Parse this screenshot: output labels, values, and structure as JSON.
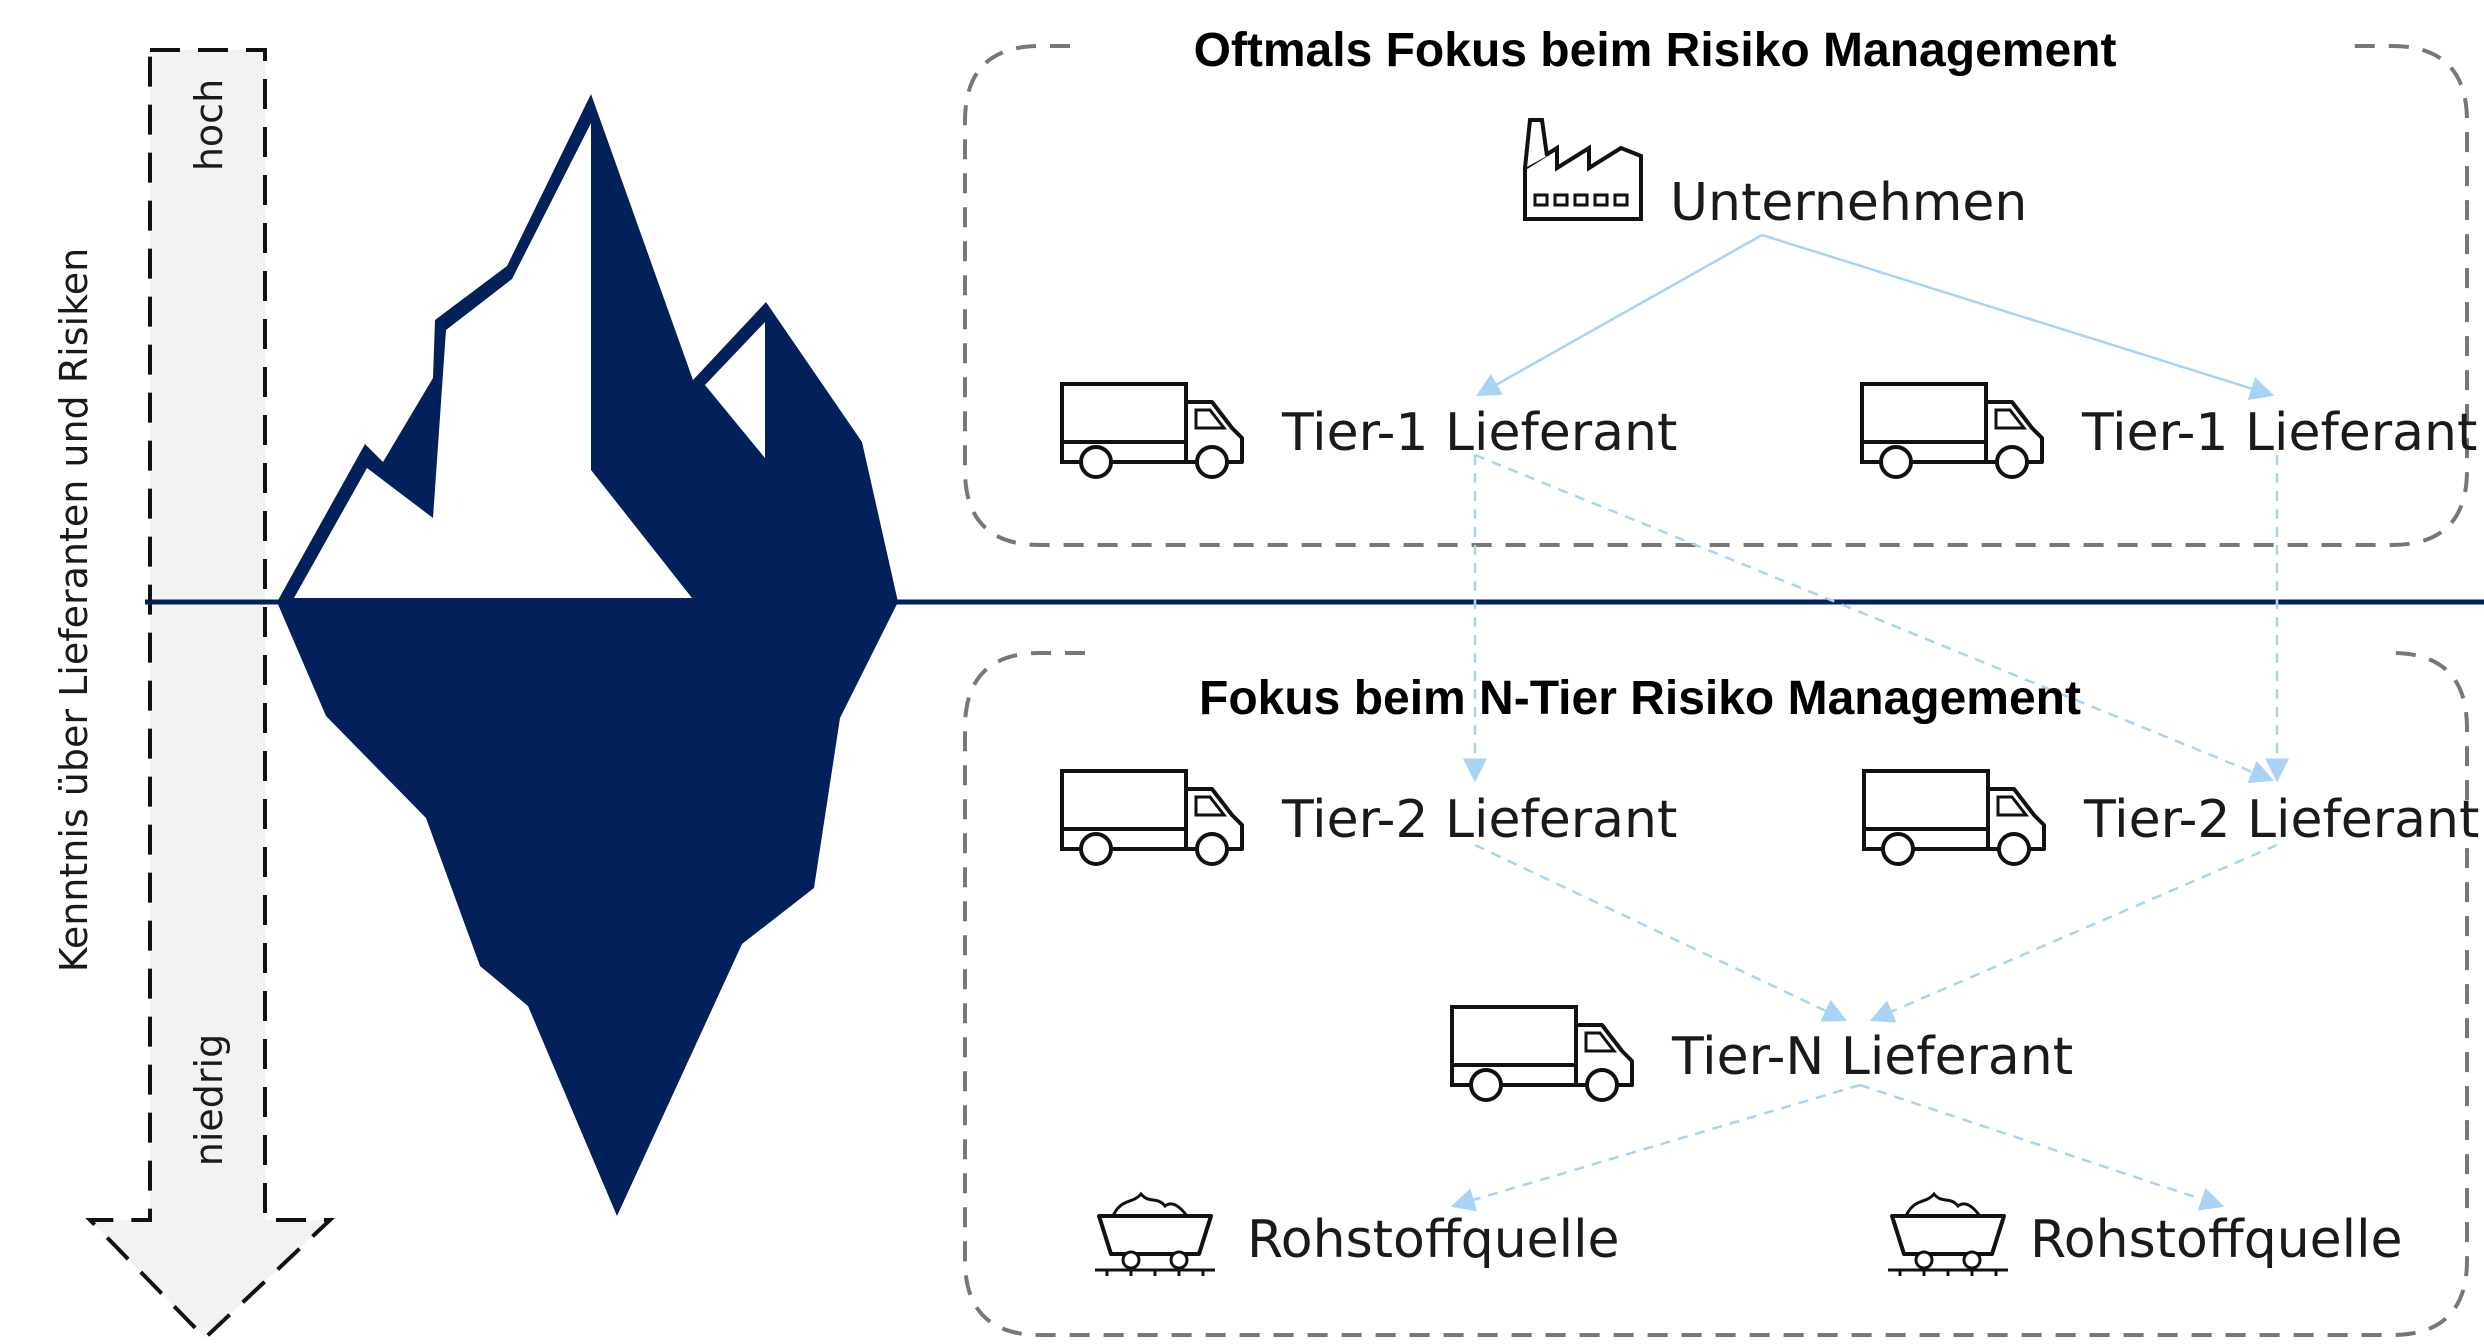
{
  "colors": {
    "iceberg": "#02215b",
    "connector": "#a8d3f5",
    "box_border": "#777777",
    "arrow_fill": "#f2f2f2",
    "icon_stroke": "#111111"
  },
  "axis": {
    "label": "Kenntnis über Lieferanten und Risiken",
    "high": "hoch",
    "low": "niedrig"
  },
  "top_box": {
    "title": "Oftmals Fokus beim Risiko Management",
    "company": "Unternehmen",
    "tier1_left": "Tier-1 Lieferant",
    "tier1_right": "Tier-1 Lieferant"
  },
  "bottom_box": {
    "title": "Fokus beim N-Tier Risiko Management",
    "tier2_left": "Tier-2 Lieferant",
    "tier2_right": "Tier-2 Lieferant",
    "tiern": "Tier-N Lieferant",
    "raw_left": "Rohstoffquelle",
    "raw_right": "Rohstoffquelle"
  },
  "icons": {
    "factory": "factory-icon",
    "truck": "truck-icon",
    "mine_cart": "mine-cart-icon"
  }
}
